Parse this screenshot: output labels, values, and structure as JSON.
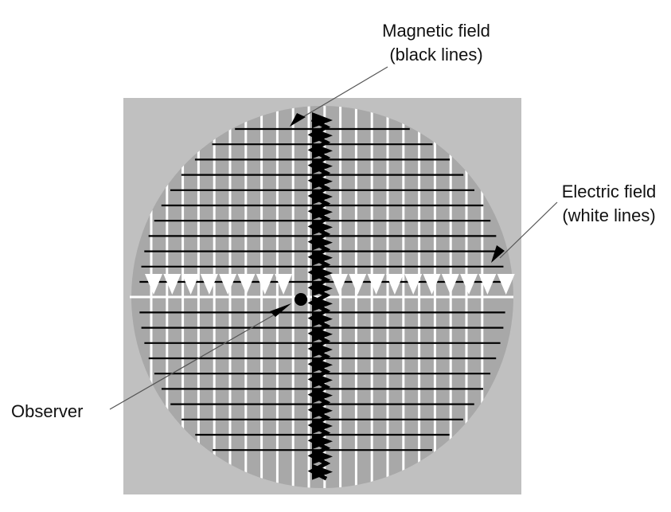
{
  "labels": {
    "magnetic_line1": "Magnetic field",
    "magnetic_line2": "(black lines)",
    "electric_line1": "Electric field",
    "electric_line2": "(white lines)",
    "observer": "Observer"
  },
  "colors": {
    "background": "#ffffff",
    "square": "#c0c0c0",
    "disc": "#a8a8a8",
    "magnetic_field": "#000000",
    "electric_field": "#ffffff",
    "leader": "#555555"
  }
}
